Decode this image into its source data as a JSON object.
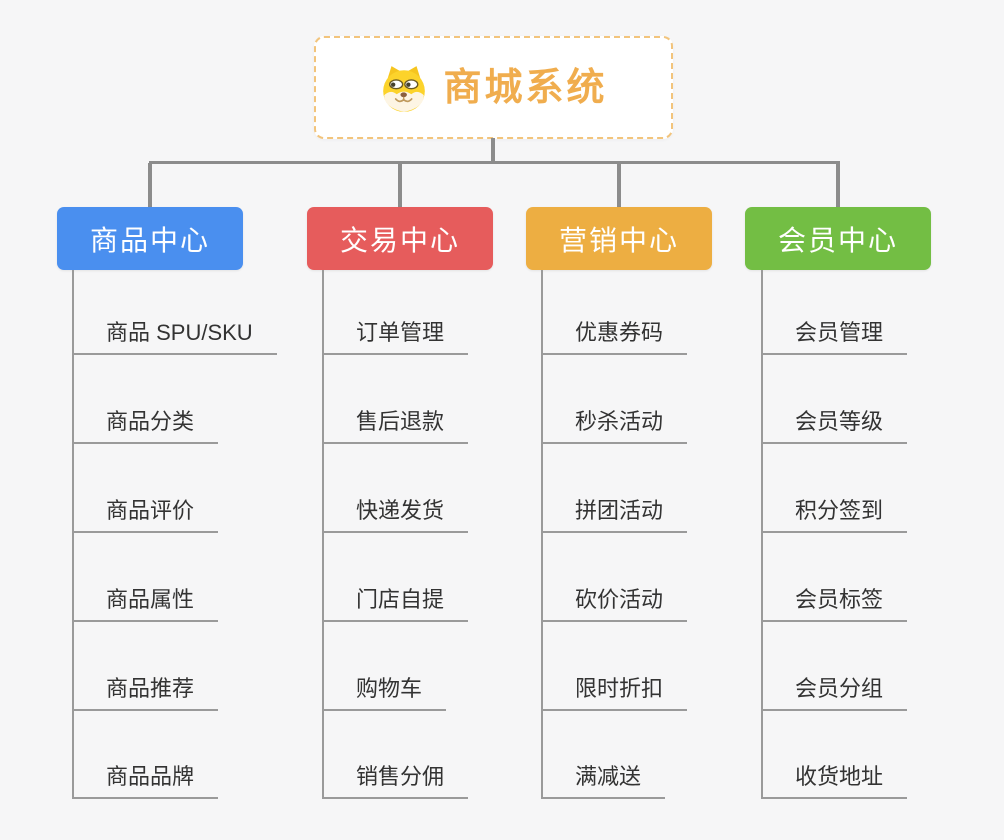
{
  "page": {
    "background": "#f6f6f7",
    "connector_color": "#8c8c8c",
    "subline_color": "#9a9a9a"
  },
  "root": {
    "title": "商城系统",
    "icon": "doge-icon",
    "text_color": "#f0ad4e",
    "border_color": "#f2c47c"
  },
  "branches": [
    {
      "label": "商品中心",
      "color": "#4a8fef",
      "items": [
        "商品 SPU/SKU",
        "商品分类",
        "商品评价",
        "商品属性",
        "商品推荐",
        "商品品牌"
      ]
    },
    {
      "label": "交易中心",
      "color": "#e65c5c",
      "items": [
        "订单管理",
        "售后退款",
        "快递发货",
        "门店自提",
        "购物车",
        "销售分佣"
      ]
    },
    {
      "label": "营销中心",
      "color": "#edae42",
      "items": [
        "优惠券码",
        "秒杀活动",
        "拼团活动",
        "砍价活动",
        "限时折扣",
        "满减送"
      ]
    },
    {
      "label": "会员中心",
      "color": "#73be44",
      "items": [
        "会员管理",
        "会员等级",
        "积分签到",
        "会员标签",
        "会员分组",
        "收货地址"
      ]
    }
  ]
}
